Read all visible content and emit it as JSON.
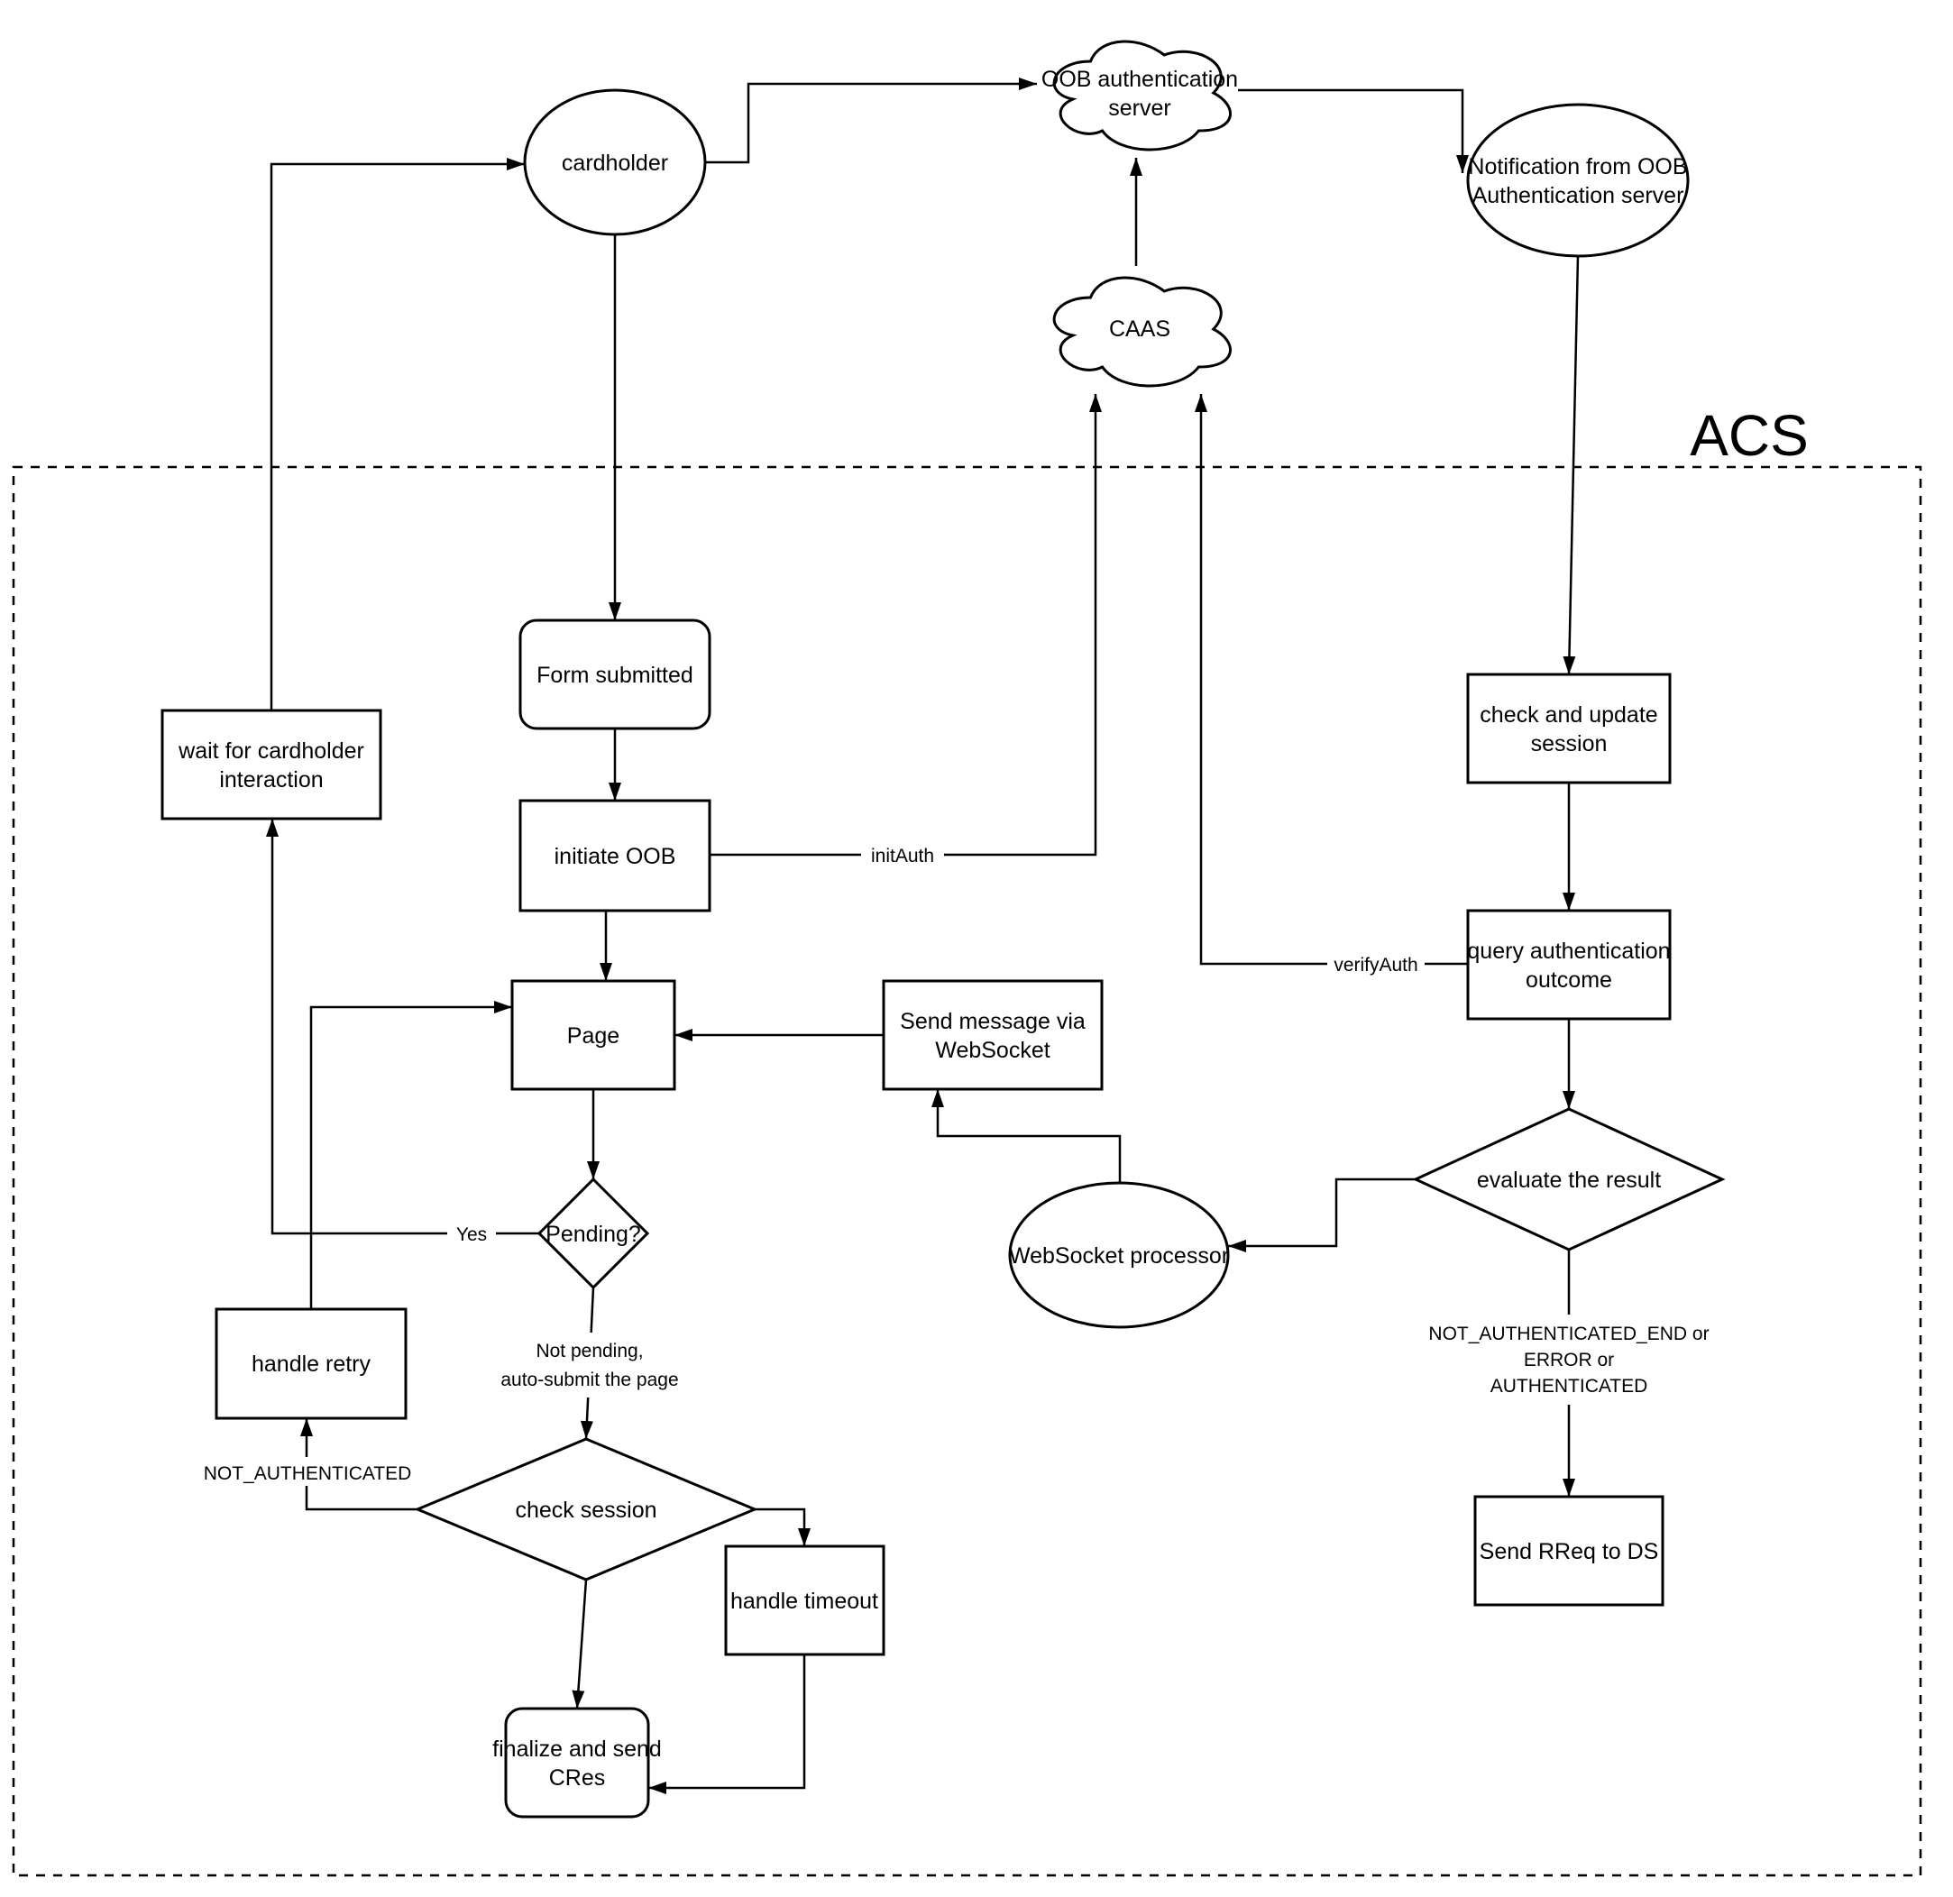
{
  "diagram": {
    "boundary_label": "ACS",
    "nodes": {
      "cardholder": {
        "label": "cardholder"
      },
      "oob_server": {
        "lines": [
          "OOB authentication",
          "server"
        ]
      },
      "notification": {
        "lines": [
          "Notification from OOB",
          "Authentication server"
        ]
      },
      "caas": {
        "label": "CAAS"
      },
      "wait_interaction": {
        "lines": [
          "wait for cardholder",
          "interaction"
        ]
      },
      "form_submitted": {
        "label": "Form submitted"
      },
      "initiate_oob": {
        "label": "initiate OOB"
      },
      "page": {
        "label": "Page"
      },
      "send_ws": {
        "lines": [
          "Send message via",
          "WebSocket"
        ]
      },
      "ws_processor": {
        "label": "WebSocket processor"
      },
      "pending": {
        "label": "Pending?"
      },
      "handle_retry": {
        "label": "handle retry"
      },
      "check_session": {
        "label": "check session"
      },
      "handle_timeout": {
        "label": "handle timeout"
      },
      "finalize": {
        "lines": [
          "finalize and send",
          "CRes"
        ]
      },
      "check_update": {
        "lines": [
          "check and update",
          "session"
        ]
      },
      "query_auth": {
        "lines": [
          "query authentication",
          "outcome"
        ]
      },
      "evaluate": {
        "label": "evaluate the result"
      },
      "send_rreq": {
        "label": "Send RReq to DS"
      }
    },
    "edge_labels": {
      "init_auth": "initAuth",
      "verify_auth": "verifyAuth",
      "yes": "Yes",
      "not_authenticated": "NOT_AUTHENTICATED",
      "not_pending": [
        "Not pending,",
        "auto-submit the page"
      ],
      "eval_result": [
        "NOT_AUTHENTICATED_END or",
        "ERROR or",
        "AUTHENTICATED"
      ]
    },
    "colors": {
      "stroke": "#000000",
      "background": "#ffffff"
    }
  }
}
